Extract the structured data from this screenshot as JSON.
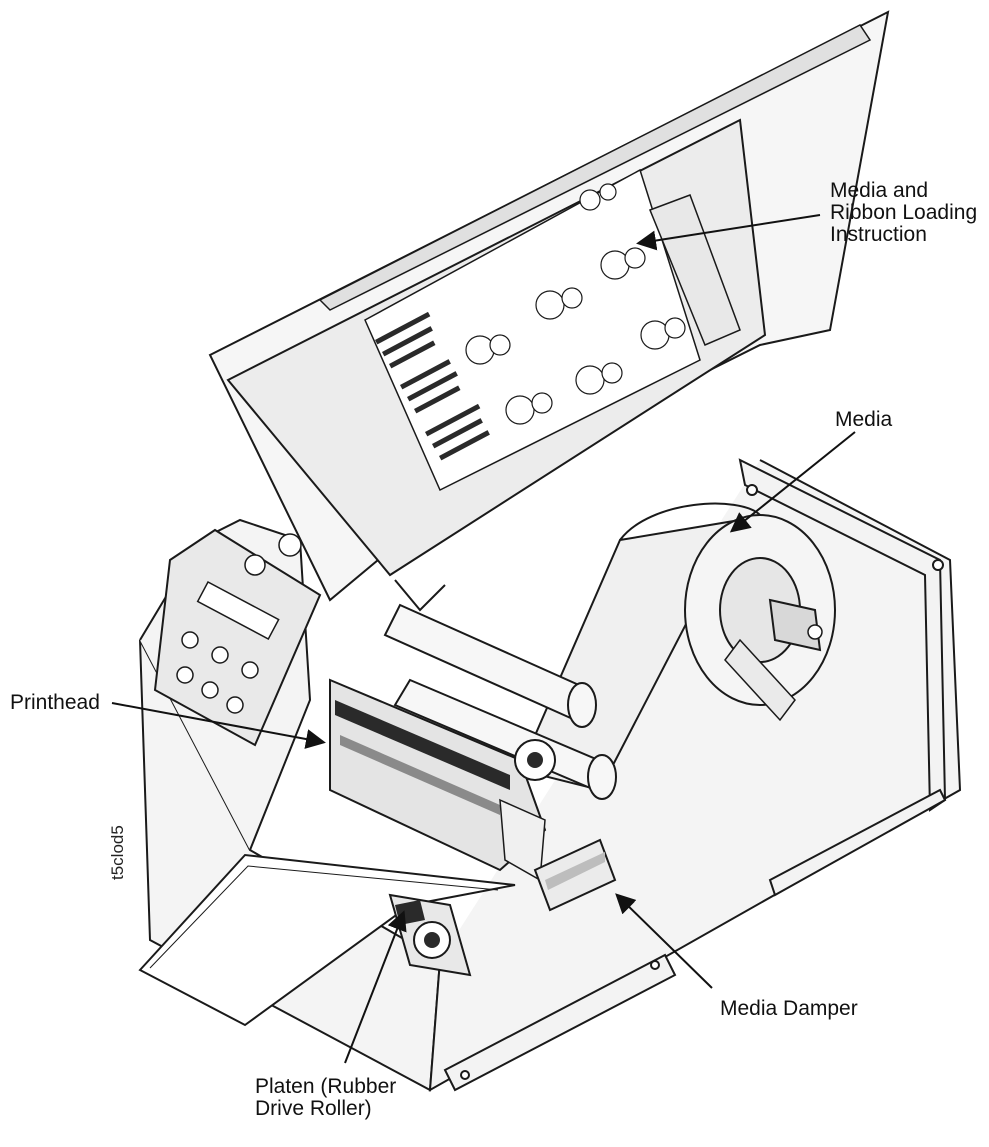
{
  "figure": {
    "id_label": "t5clod5"
  },
  "callouts": {
    "media_ribbon_instruction": "Media and\nRibbon Loading\nInstruction",
    "media": "Media",
    "printhead": "Printhead",
    "media_damper": "Media Damper",
    "platen": "Platen (Rubber\nDrive Roller)"
  },
  "colors": {
    "line": "#1a1a1a",
    "panel_fill": "#f2f2f2",
    "shade": "#c8c8c8",
    "dark": "#2a2a2a"
  }
}
